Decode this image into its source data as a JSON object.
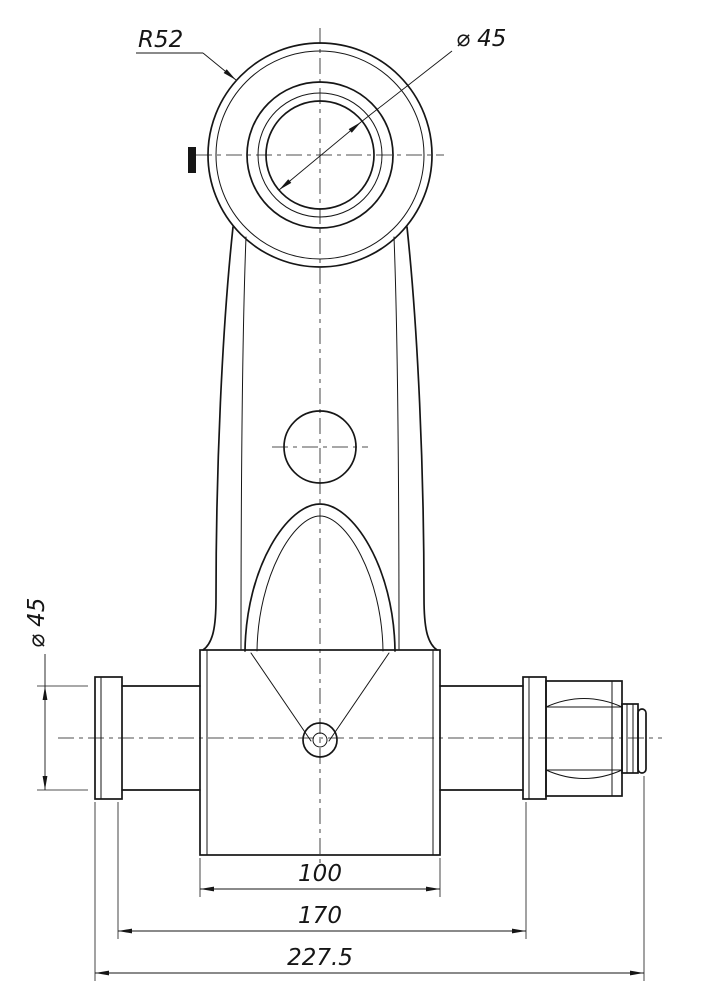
{
  "colors": {
    "line": "#161616",
    "background": "#ffffff"
  },
  "labels": {
    "radius": "R52",
    "bore_diameter": "⌀ 45",
    "shaft_diameter": "⌀ 45",
    "width": "100",
    "length_mid": "170",
    "length_overall": "227.5"
  }
}
